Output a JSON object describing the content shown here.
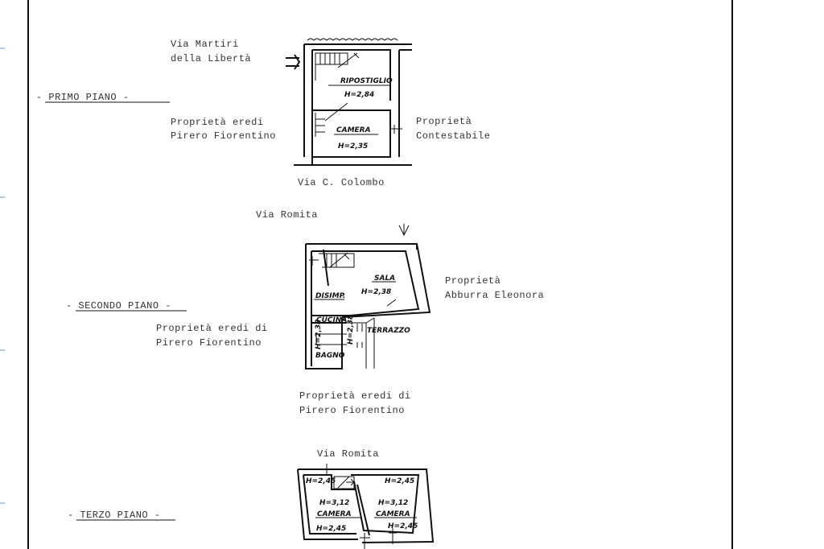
{
  "floors": {
    "primo": {
      "title": "- PRIMO PIANO -",
      "street_top_1": "Via Martiri",
      "street_top_2": "della Libertà",
      "left_owner_1": "Proprietà eredi",
      "left_owner_2": "Pirero Fiorentino",
      "right_owner_1": "Proprietà",
      "right_owner_2": "Contestabile",
      "street_bottom": "Via C. Colombo",
      "rooms": [
        {
          "name": "RIPOSTIGLIO",
          "height": "H=2,84"
        },
        {
          "name": "CAMERA",
          "height": "H=2,35"
        }
      ]
    },
    "secondo": {
      "title": "- SECONDO PIANO -",
      "street_top": "Via Romita",
      "left_owner_1": "Proprietà eredi di",
      "left_owner_2": "Pirero Fiorentino",
      "right_owner_1": "Proprietà",
      "right_owner_2": "Abburra Eleonora",
      "bottom_owner_1": "Proprietà eredi di",
      "bottom_owner_2": "Pirero Fiorentino",
      "rooms": [
        {
          "name": "SALA",
          "height": "H=2,38"
        },
        {
          "name": "DISIMP."
        },
        {
          "name": "CUCINA",
          "height": "H=2,38"
        },
        {
          "name": "BAGNO"
        },
        {
          "name": "TERRAZZO"
        }
      ],
      "side_height": "H=2,38"
    },
    "terzo": {
      "title": "- TERZO PIANO -",
      "street_top": "Via Romita",
      "rooms": [
        {
          "name": "CAMERA",
          "height": "H=3,12",
          "height_top": "H=2,45",
          "height_bottom": "H=2,45"
        },
        {
          "name": "CAMERA",
          "height": "H=3,12",
          "height_top": "H=2,45",
          "height_bottom": "H=2,45"
        }
      ]
    }
  }
}
